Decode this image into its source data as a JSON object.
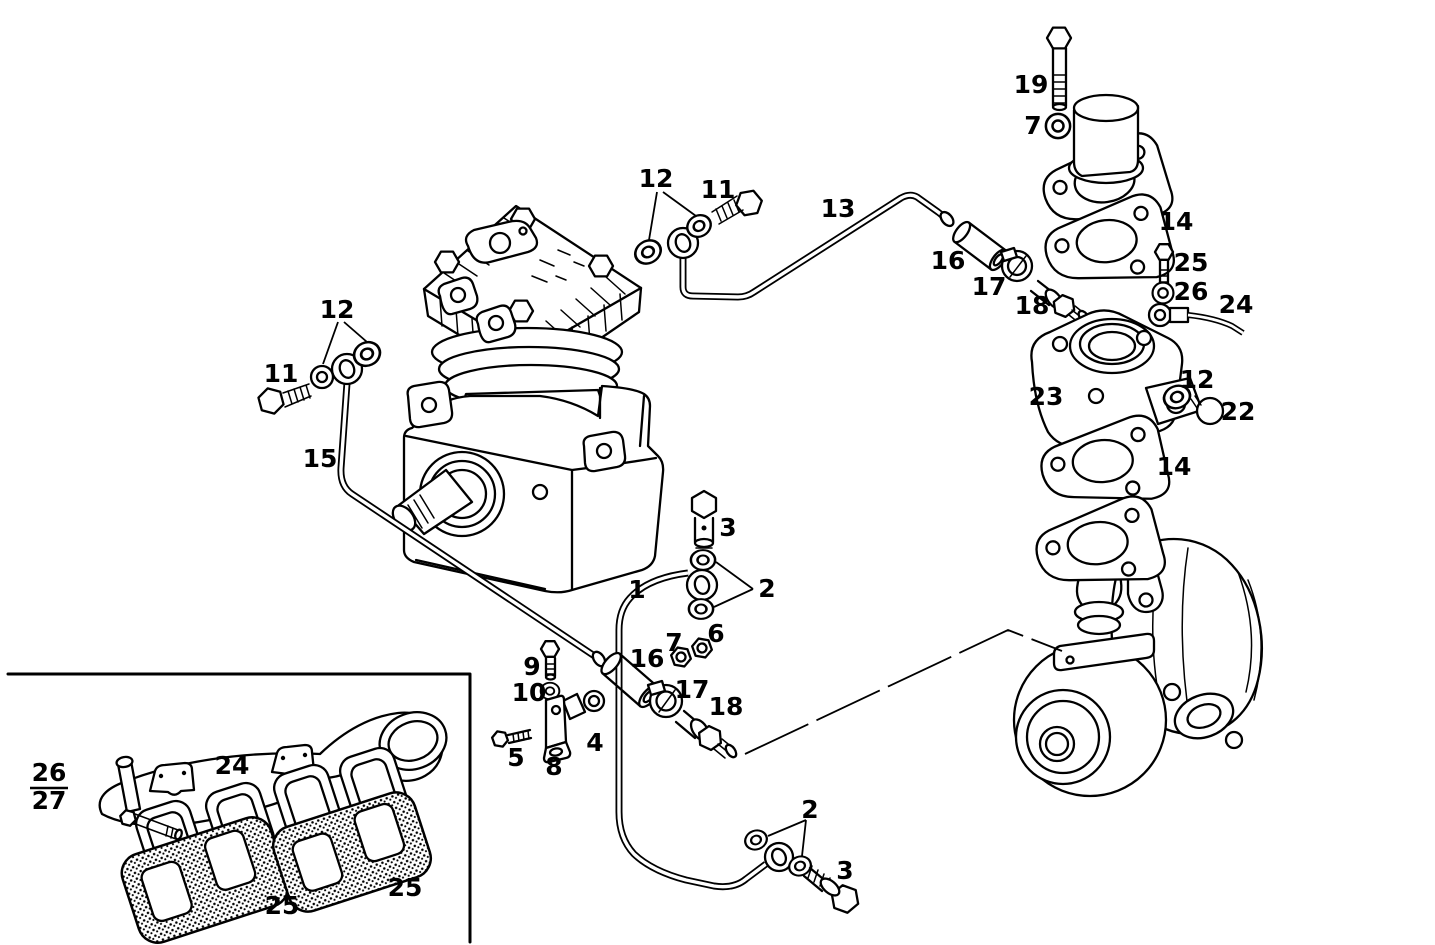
{
  "drawing": {
    "paper_color": "#ffffff",
    "ink_color": "#000000"
  },
  "callouts": [
    {
      "label": "19",
      "part": "flange-mounting-bolt"
    },
    {
      "label": "7",
      "part": "washer-top"
    },
    {
      "label": "14",
      "part": "flange-gasket-upper"
    },
    {
      "label": "25",
      "part": "flange-bolt-right"
    },
    {
      "label": "26",
      "part": "spring-washer-right"
    },
    {
      "label": "24",
      "part": "sensor-lead"
    },
    {
      "label": "12",
      "part": "seal-washer-right"
    },
    {
      "label": "22",
      "part": "screw-plug"
    },
    {
      "label": "23",
      "part": "adapter-housing"
    },
    {
      "label": "14",
      "part": "flange-gasket-lower"
    },
    {
      "label": "13",
      "part": "delivery-pipe-upper"
    },
    {
      "label": "12",
      "part": "seal-washer-pair-upper"
    },
    {
      "label": "11",
      "part": "banjo-bolt-upper"
    },
    {
      "label": "16",
      "part": "connector-sleeve-upper"
    },
    {
      "label": "17",
      "part": "hose-clamp-upper"
    },
    {
      "label": "18",
      "part": "union-fitting-upper"
    },
    {
      "label": "12",
      "part": "seal-washer-pair-left"
    },
    {
      "label": "11",
      "part": "banjo-bolt-left"
    },
    {
      "label": "15",
      "part": "suction-pipe"
    },
    {
      "label": "1",
      "part": "pressure-pipe"
    },
    {
      "label": "3",
      "part": "banjo-bolt-mid"
    },
    {
      "label": "2",
      "part": "seal-washer-pair-mid"
    },
    {
      "label": "6",
      "part": "lock-nut"
    },
    {
      "label": "7",
      "part": "lock-nut"
    },
    {
      "label": "16",
      "part": "connector-sleeve-lower"
    },
    {
      "label": "17",
      "part": "hose-clamp-lower"
    },
    {
      "label": "18",
      "part": "union-fitting-lower"
    },
    {
      "label": "9",
      "part": "clamp-bolt"
    },
    {
      "label": "10",
      "part": "clamp-washer"
    },
    {
      "label": "4",
      "part": "pipe-clamp"
    },
    {
      "label": "8",
      "part": "support-bracket"
    },
    {
      "label": "5",
      "part": "bracket-bolt"
    },
    {
      "label": "2",
      "part": "seal-washer-pair-bottom"
    },
    {
      "label": "3",
      "part": "banjo-bolt-bottom"
    },
    {
      "label": "24",
      "part": "intake-manifold"
    },
    {
      "label": "25",
      "part": "manifold-gasket-left"
    },
    {
      "label": "25",
      "part": "manifold-gasket-right"
    },
    {
      "label": "26",
      "part": "alternative-fixing-bolt"
    },
    {
      "label": "27",
      "part": "alternative-fixing-bolt"
    }
  ]
}
